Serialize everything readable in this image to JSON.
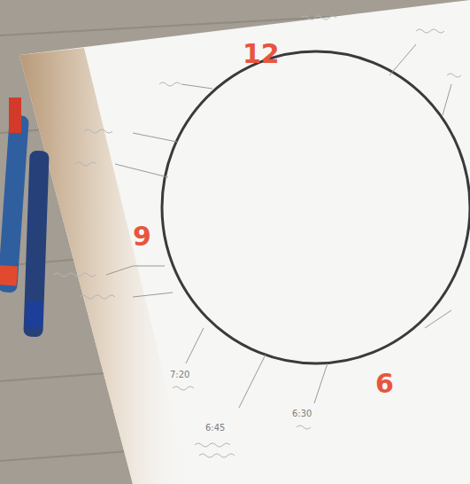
{
  "diagram": {
    "labels": [
      "12",
      "9",
      "6",
      "7:20",
      "6:45",
      "6:30"
    ]
  }
}
